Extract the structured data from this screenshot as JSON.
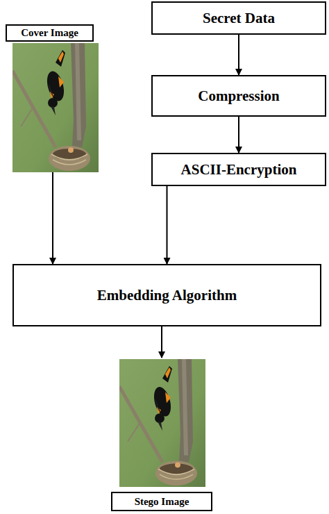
{
  "diagram": {
    "nodes": [
      {
        "text": [
          "Cover Image"
        ]
      },
      {
        "text": [
          "Secret Data"
        ]
      },
      {
        "text": [
          "Compression"
        ]
      },
      {
        "text": [
          "ASCII-Encryption"
        ]
      },
      {
        "text": [
          "Embedding Algorithm"
        ]
      },
      {
        "text": [
          "Stego Image"
        ]
      }
    ],
    "edges": [
      {
        "from": 1,
        "to": 2,
        "arrow": "to"
      },
      {
        "from": 2,
        "to": 3,
        "arrow": "to"
      },
      {
        "from": 0,
        "to": 4,
        "arrow": "to"
      },
      {
        "from": 3,
        "to": 4,
        "arrow": "to"
      },
      {
        "from": 4,
        "to": 5,
        "arrow": "to"
      }
    ]
  }
}
